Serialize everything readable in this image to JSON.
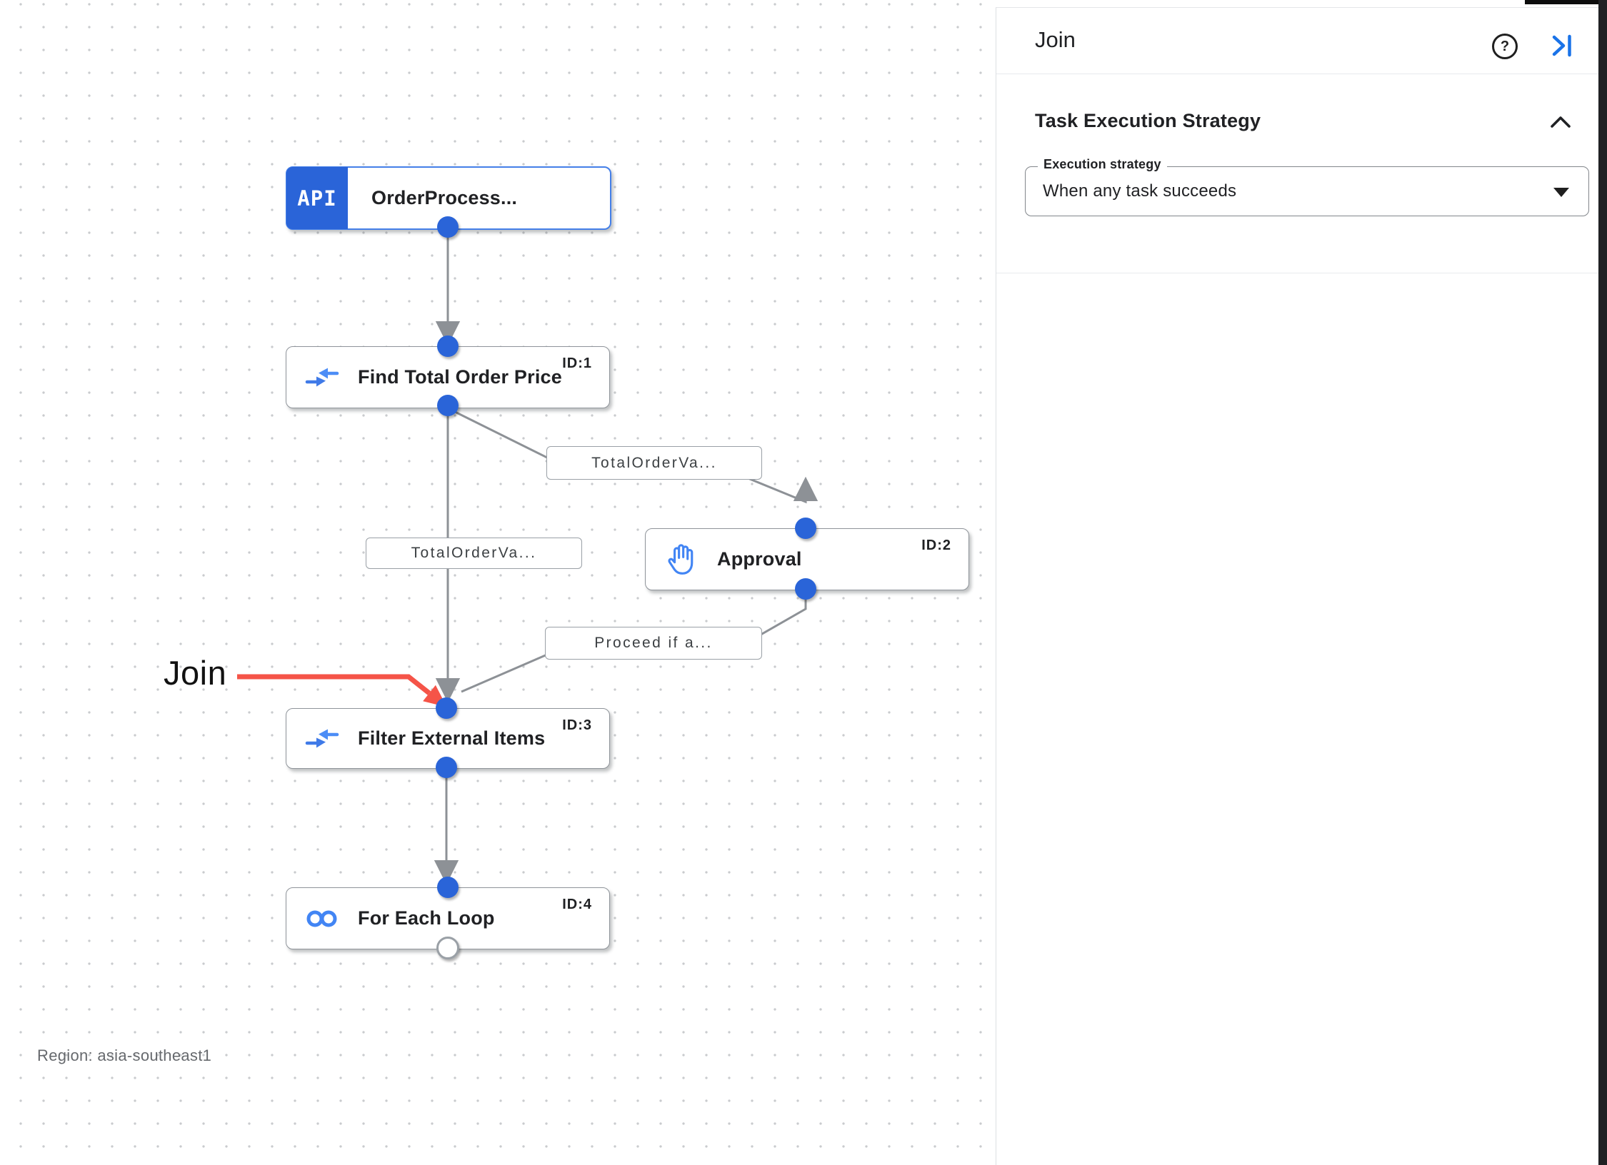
{
  "panel": {
    "title": "Join",
    "help_glyph": "?",
    "section": {
      "title": "Task Execution Strategy",
      "dropdown": {
        "label": "Execution strategy",
        "value": "When any task succeeds"
      }
    }
  },
  "canvas": {
    "region_label": "Region: asia-southeast1",
    "annotation_text": "Join",
    "nodes": [
      {
        "type": "api-trigger",
        "badge": "API",
        "title": "OrderProcess...",
        "id_label": ""
      },
      {
        "type": "data-mapping",
        "title": "Find Total Order Price",
        "id_label": "ID:1"
      },
      {
        "type": "approval",
        "title": "Approval",
        "id_label": "ID:2"
      },
      {
        "type": "data-mapping",
        "title": "Filter External Items",
        "id_label": "ID:3"
      },
      {
        "type": "for-each-loop",
        "title": "For Each Loop",
        "id_label": "ID:4"
      }
    ],
    "edge_labels": [
      "TotalOrderVa...",
      "TotalOrderVa...",
      "Proceed if a..."
    ]
  },
  "colors": {
    "accent_blue": "#1a73e8",
    "node_dot_blue": "#2a64d8",
    "icon_blue": "#4285f4",
    "edge_gray": "#8d9196",
    "annotation_red": "#f55448"
  }
}
